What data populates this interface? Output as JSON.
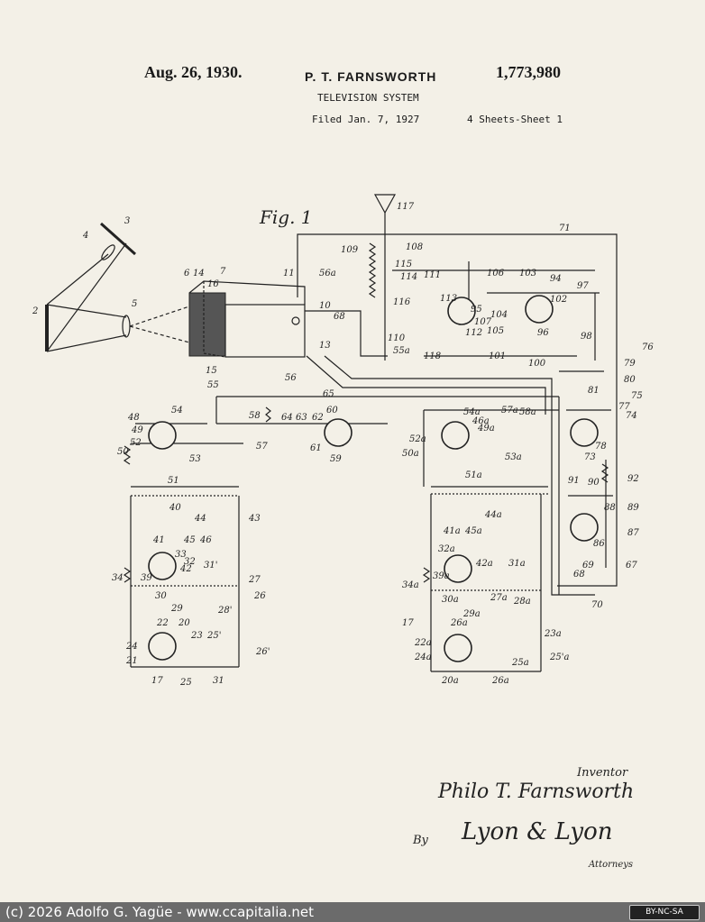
{
  "header": {
    "date": "Aug. 26, 1930.",
    "inventor": "P. T. FARNSWORTH",
    "patent_number": "1,773,980",
    "title": "TELEVISION SYSTEM",
    "filed": "Filed Jan. 7, 1927",
    "sheets": "4 Sheets-Sheet 1"
  },
  "figure": {
    "label": "Fig. 1"
  },
  "labels": [
    "117",
    "71",
    "109",
    "108",
    "115",
    "114",
    "116",
    "111",
    "113",
    "95",
    "107",
    "112",
    "110",
    "118",
    "106",
    "103",
    "94",
    "102",
    "97",
    "104",
    "105",
    "96",
    "101",
    "100",
    "98",
    "76",
    "79",
    "80",
    "81",
    "75",
    "77",
    "74",
    "78",
    "73",
    "92",
    "91",
    "90",
    "89",
    "88",
    "87",
    "86",
    "67",
    "68",
    "69",
    "70",
    "2",
    "3",
    "4",
    "5",
    "6",
    "14",
    "16",
    "7",
    "11",
    "10",
    "13",
    "15",
    "55",
    "56",
    "56a",
    "68",
    "55a",
    "65",
    "54",
    "48",
    "49",
    "52",
    "50",
    "53",
    "51",
    "58",
    "57",
    "64",
    "63",
    "62",
    "60",
    "61",
    "59",
    "54a",
    "57a",
    "58a",
    "46a",
    "49a",
    "52a",
    "50a",
    "53a",
    "51a",
    "45a",
    "44a",
    "41a",
    "32a",
    "42a",
    "31a",
    "39a",
    "34a",
    "30a",
    "27a",
    "29a",
    "28a",
    "17",
    "26a",
    "22a",
    "24a",
    "20a",
    "23a",
    "25a",
    "25'a",
    "26a",
    "40",
    "44",
    "43",
    "41",
    "45",
    "46",
    "33",
    "32",
    "31'",
    "39",
    "34",
    "42",
    "27",
    "30",
    "29",
    "28'",
    "20",
    "17",
    "26",
    "22",
    "24",
    "21",
    "23",
    "25'",
    "26'",
    "25",
    "31"
  ],
  "signature": {
    "inventor_label": "Inventor",
    "inventor_name": "Philo T. Farnsworth",
    "by_label": "By",
    "attorney_name": "Lyon & Lyon",
    "attorney_label": "Attorneys"
  },
  "footer": {
    "text": "(c) 2026 Adolfo G. Yagüe - www.ccapitalia.net",
    "license": "BY-NC-SA"
  }
}
